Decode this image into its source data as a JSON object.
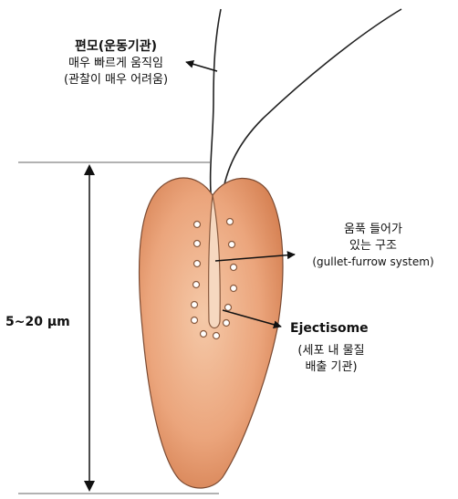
{
  "flagellum": {
    "title": "편모(운동기관)",
    "line1": "매우 빠르게 움직임",
    "line2": "(관찰이 매우 어려움)"
  },
  "gullet": {
    "line1": "움푹 들어가",
    "line2": "있는 구조",
    "line3": "(gullet-furrow system)"
  },
  "ejectisome": {
    "title": "Ejectisome",
    "line1": "(세포 내 물질",
    "line2": "배출 기관)"
  },
  "size": {
    "label": "5~20 μm"
  },
  "colors": {
    "cell_light": "#f2c3a2",
    "cell_dark": "#d27b4c",
    "ink": "#111111"
  }
}
